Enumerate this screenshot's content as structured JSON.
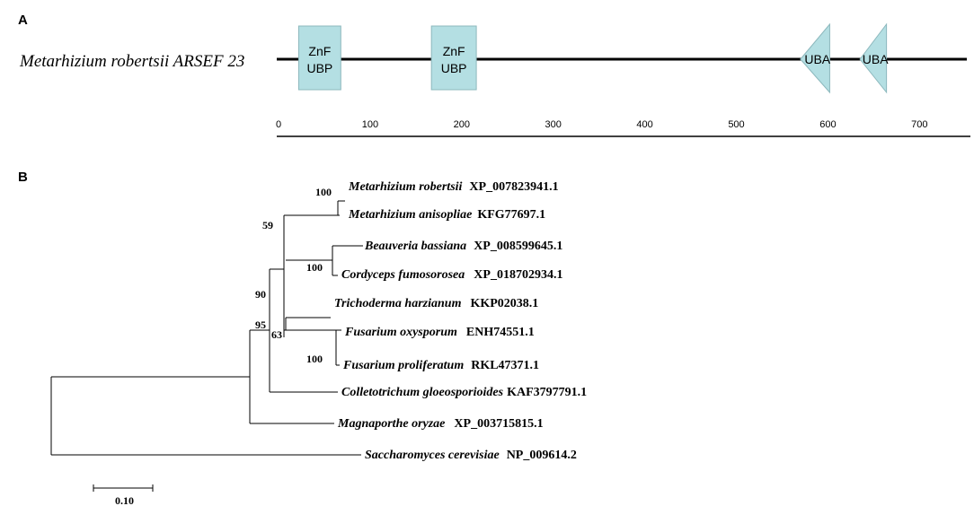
{
  "panel_a": {
    "label": "A",
    "species": "Metarhizium robertsii ARSEF 23",
    "domains": [
      {
        "label_line1": "ZnF",
        "label_line2": "UBP",
        "shape": "box",
        "start": 22,
        "end": 68
      },
      {
        "label_line1": "ZnF",
        "label_line2": "UBP",
        "shape": "box",
        "start": 167,
        "end": 216
      },
      {
        "label_line1": "UBA",
        "label_line2": "",
        "shape": "left-triangle",
        "start": 570,
        "end": 602
      },
      {
        "label_line1": "UBA",
        "label_line2": "",
        "shape": "left-triangle",
        "start": 635,
        "end": 664
      }
    ],
    "axis_ticks": [
      "0",
      "100",
      "200",
      "300",
      "400",
      "500",
      "600",
      "700"
    ],
    "colors": {
      "domain_fill": "#b4dfe3",
      "domain_stroke": "#8cb8bd"
    }
  },
  "panel_b": {
    "label": "B",
    "taxa": [
      {
        "name": "Metarhizium robertsii",
        "accession": "XP_007823941.1"
      },
      {
        "name": "Metarhizium anisopliae",
        "accession": "KFG77697.1"
      },
      {
        "name": "Beauveria bassiana",
        "accession": "XP_008599645.1"
      },
      {
        "name": "Cordyceps fumosorosea",
        "accession": "XP_018702934.1"
      },
      {
        "name": "Trichoderma harzianum",
        "accession": "KKP02038.1"
      },
      {
        "name": "Fusarium oxysporum",
        "accession": "ENH74551.1"
      },
      {
        "name": "Fusarium proliferatum",
        "accession": "RKL47371.1"
      },
      {
        "name": "Colletotrichum gloeosporioides",
        "accession": "KAF3797791.1"
      },
      {
        "name": "Magnaporthe oryzae",
        "accession": "XP_003715815.1"
      },
      {
        "name": "Saccharomyces cerevisiae",
        "accession": "NP_009614.2"
      }
    ],
    "bootstrap": [
      "100",
      "59",
      "100",
      "90",
      "95",
      "63",
      "100"
    ],
    "scale_bar": "0.10"
  }
}
